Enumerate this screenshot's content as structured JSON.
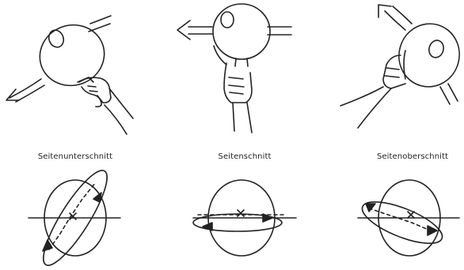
{
  "panels": [
    {
      "label": "Seitenunterschnitt"
    },
    {
      "label": "Seitenschnitt"
    },
    {
      "label": "Seitenoberschnitt"
    }
  ]
}
